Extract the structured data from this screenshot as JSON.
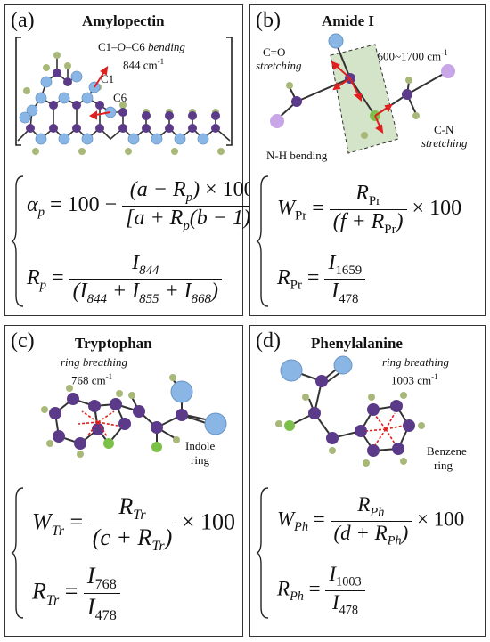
{
  "panels": {
    "a": {
      "label": "(a)",
      "title": "Amylopectin",
      "annotation_bond": "C1–O–C6",
      "annotation_mode": "bending",
      "annotation_wavenumber": "844 cm",
      "c1_label": "C1",
      "c6_label": "C6"
    },
    "b": {
      "label": "(b)",
      "title": "Amide I",
      "co_label": "C=O",
      "co_mode": "stretching",
      "range": "1600~1700 cm",
      "cn_label": "C-N",
      "cn_mode": "stretching",
      "nh_label": "N-H bending"
    },
    "c": {
      "label": "(c)",
      "title": "Tryptophan",
      "mode": "ring breathing",
      "wavenumber": "768 cm",
      "ring_name_1": "Indole",
      "ring_name_2": "ring"
    },
    "d": {
      "label": "(d)",
      "title": "Phenylalanine",
      "mode": "ring breathing",
      "wavenumber": "1003 cm",
      "ring_name_1": "Benzene",
      "ring_name_2": "ring"
    }
  },
  "exponent": "-1",
  "colors": {
    "carbon": "#5b3a8a",
    "oxygen": "#8ab6e6",
    "nitrogen": "#7cc04a",
    "hydrogen": "#a8b878",
    "arrow": "#e02020",
    "plane": "#d4e4c8"
  }
}
